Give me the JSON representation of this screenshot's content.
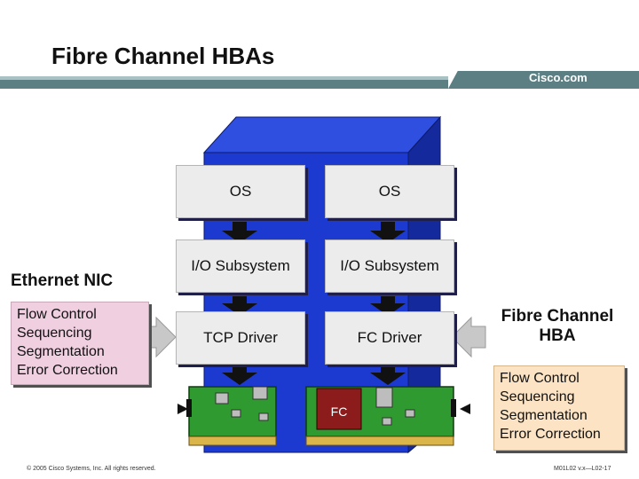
{
  "title": "Fibre Channel HBAs",
  "brand": "Cisco.com",
  "stacks": [
    {
      "os": "OS",
      "io": "I/O Subsystem",
      "driver": "TCP Driver"
    },
    {
      "os": "OS",
      "io": "I/O Subsystem",
      "driver": "FC Driver"
    }
  ],
  "fc_chip": "FC",
  "ethernet_nic": {
    "title": "Ethernet NIC",
    "features": [
      "Flow Control",
      "Sequencing",
      "Segmentation",
      "Error Correction"
    ]
  },
  "fc_hba": {
    "title_line1": "Fibre Channel",
    "title_line2": "HBA",
    "features": [
      "Flow Control",
      "Sequencing",
      "Segmentation",
      "Error Correction"
    ]
  },
  "footer": {
    "copyright": "© 2005 Cisco Systems, Inc. All rights reserved.",
    "code": "M01L02 v.x—L02-17"
  },
  "colors": {
    "server_front": "#1c3ad0",
    "server_top": "#2f4fe0",
    "server_side": "#142a9c",
    "nic_feature_bg": "#efcfe0",
    "hba_feature_bg": "#fbe3c3",
    "card_green": "#2f9a2f",
    "arrow_gray": "#c8c8c8"
  }
}
